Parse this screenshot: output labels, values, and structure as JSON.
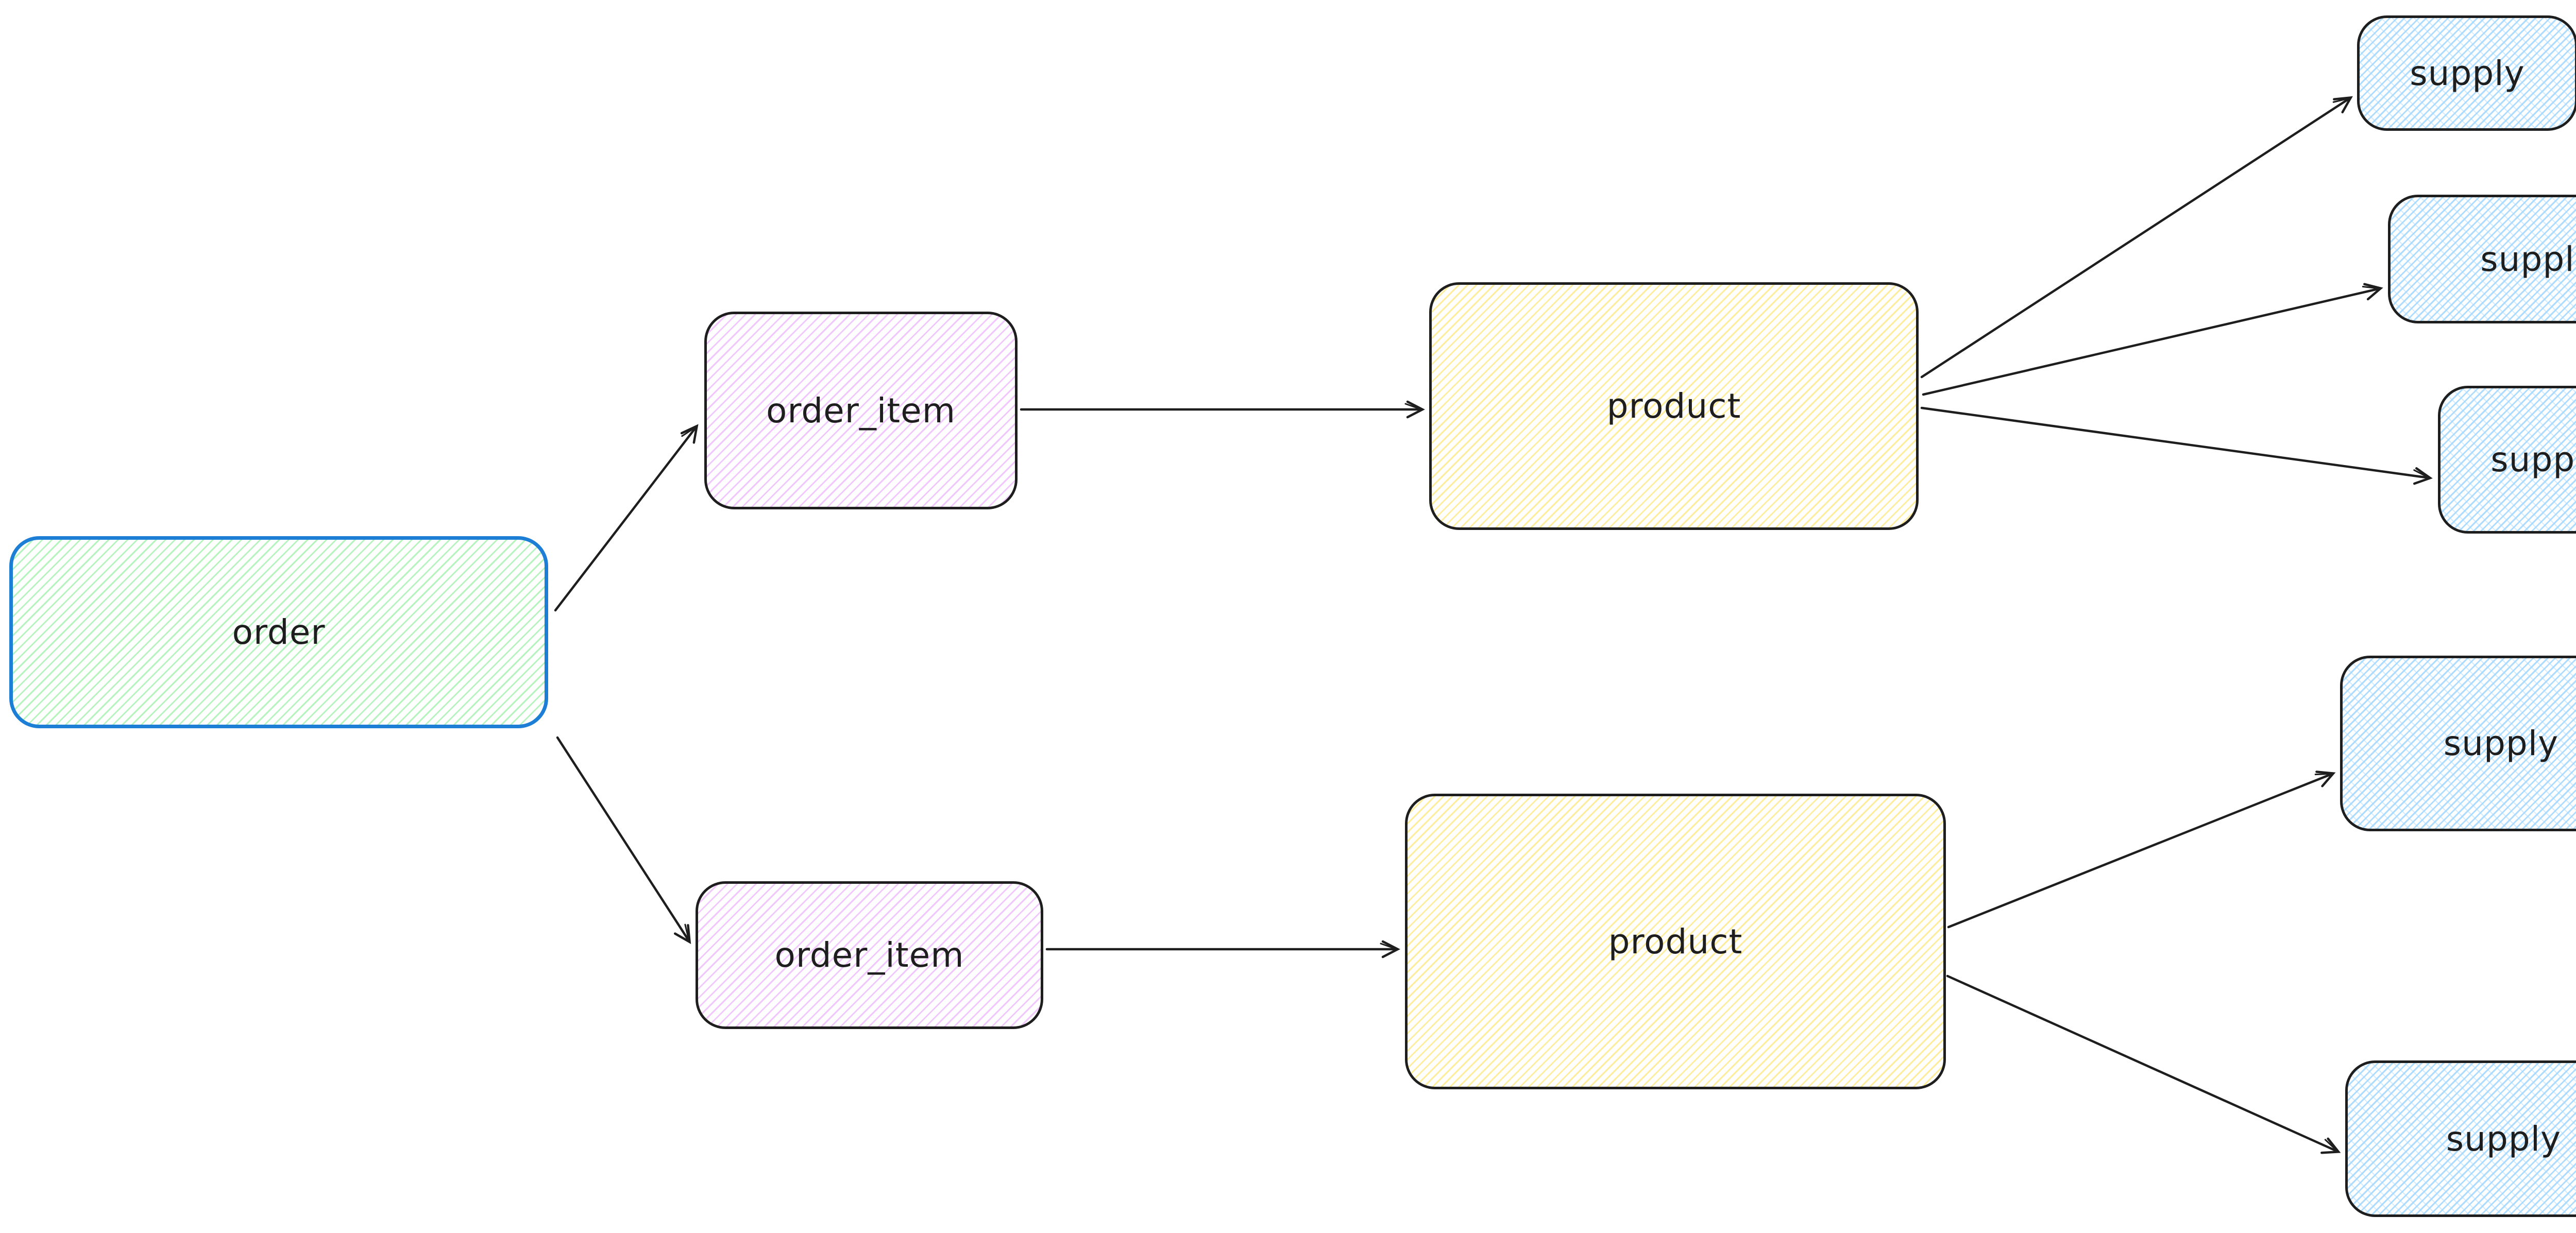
{
  "diagram": {
    "style": "hand-drawn whiteboard (excalidraw-like)",
    "background": "#ffffff",
    "palette": {
      "stroke_black": "#1e1e1e",
      "order_border_blue": "#1d7ed6",
      "green_fill": "#b2f2bb",
      "violet_fill": "#eebefa",
      "yellow_fill": "#ffec99",
      "blue_fill": "#a5d8ff"
    },
    "nodes": [
      {
        "id": "order",
        "label": "order",
        "color": "green"
      },
      {
        "id": "order_item_1",
        "label": "order_item",
        "color": "violet"
      },
      {
        "id": "product_1",
        "label": "product",
        "color": "yellow"
      },
      {
        "id": "supply_1",
        "label": "supply",
        "color": "blue"
      },
      {
        "id": "supply_2",
        "label": "supply",
        "color": "blue"
      },
      {
        "id": "supply_3",
        "label": "supply",
        "color": "blue"
      },
      {
        "id": "order_item_2",
        "label": "order_item",
        "color": "violet"
      },
      {
        "id": "product_2",
        "label": "product",
        "color": "yellow"
      },
      {
        "id": "supply_4",
        "label": "supply",
        "color": "blue"
      },
      {
        "id": "supply_5",
        "label": "supply",
        "color": "blue"
      }
    ],
    "edges": [
      {
        "from": "order",
        "to": "order_item_1"
      },
      {
        "from": "order",
        "to": "order_item_2"
      },
      {
        "from": "order_item_1",
        "to": "product_1"
      },
      {
        "from": "product_1",
        "to": "supply_1"
      },
      {
        "from": "product_1",
        "to": "supply_2"
      },
      {
        "from": "product_1",
        "to": "supply_3"
      },
      {
        "from": "order_item_2",
        "to": "product_2"
      },
      {
        "from": "product_2",
        "to": "supply_4"
      },
      {
        "from": "product_2",
        "to": "supply_5"
      }
    ]
  }
}
